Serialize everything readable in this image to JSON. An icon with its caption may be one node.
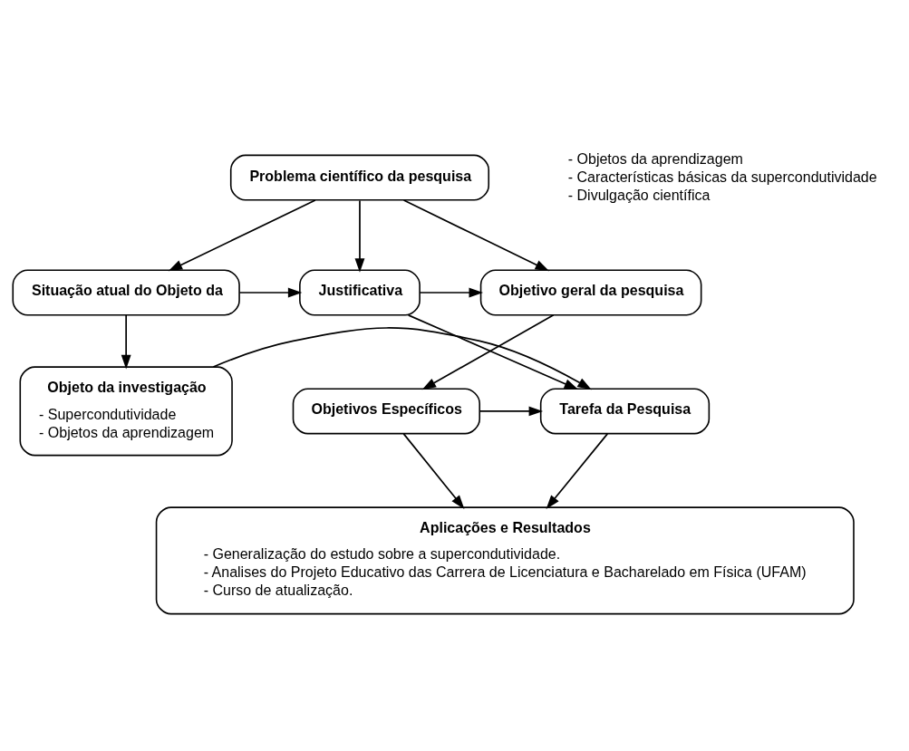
{
  "diagram": {
    "nodes": [
      {
        "text": [
          "Problema científico da pesquisa"
        ],
        "beside": [
          "- Objetos da aprendizagem",
          "- Características básicas da supercondutividade",
          "- Divulgação científica"
        ]
      },
      {
        "text": [
          "Situação atual do Objeto da"
        ]
      },
      {
        "text": [
          "Justificativa"
        ]
      },
      {
        "text": [
          "Objetivo geral da pesquisa"
        ]
      },
      {
        "text": [
          "Objeto da investigação",
          "- Supercondutividade",
          "- Objetos da aprendizagem"
        ]
      },
      {
        "text": [
          "Tarefa da Pesquisa"
        ]
      },
      {
        "text": [
          "Objetivos Específicos"
        ]
      },
      {
        "text": [
          "Aplicações e Resultados",
          "- Generalização do estudo sobre a supercondutividade.",
          "- Analises do Projeto Educativo das Carrera de Licenciatura e Bacharelado em Física (UFAM)",
          "- Curso de atualização."
        ]
      }
    ],
    "edges": [
      {
        "from": 0,
        "to": 1,
        "arrow": "to"
      },
      {
        "from": 0,
        "to": 2,
        "arrow": "to"
      },
      {
        "from": 0,
        "to": 3,
        "arrow": "to"
      },
      {
        "from": 1,
        "to": 2,
        "arrow": "to"
      },
      {
        "from": 2,
        "to": 3,
        "arrow": "to"
      },
      {
        "from": 1,
        "to": 4,
        "arrow": "to"
      },
      {
        "from": 2,
        "to": 5,
        "arrow": "to"
      },
      {
        "from": 3,
        "to": 6,
        "arrow": "to"
      },
      {
        "from": 4,
        "to": 5,
        "arrow": "to"
      },
      {
        "from": 6,
        "to": 5,
        "arrow": "to"
      },
      {
        "from": 5,
        "to": 7,
        "arrow": "to"
      },
      {
        "from": 6,
        "to": 7,
        "arrow": "to"
      }
    ]
  }
}
